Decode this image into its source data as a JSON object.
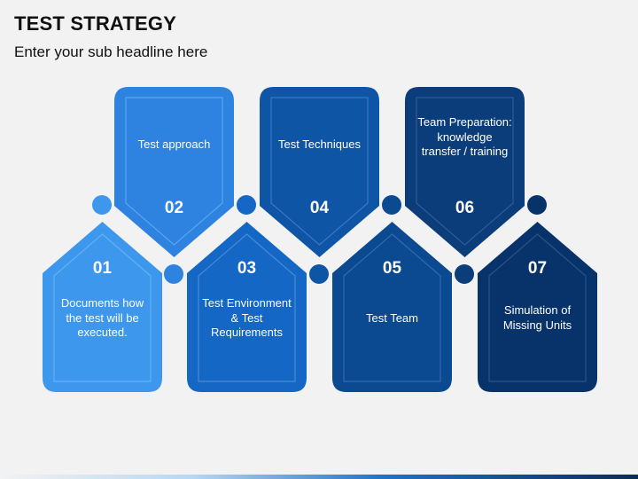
{
  "header": {
    "title": "TEST STRATEGY",
    "subtitle": "Enter your sub headline here"
  },
  "steps": [
    {
      "number": "01",
      "text": "Documents how the test will be executed.",
      "color": "#3d97ec",
      "border": "#63b1f5",
      "dot": "#3d97ec"
    },
    {
      "number": "02",
      "text": "Test approach",
      "color": "#2e82e0",
      "border": "#5aa6ef",
      "dot": "#2e82e0"
    },
    {
      "number": "03",
      "text": "Test Environment & Test Requirements",
      "color": "#1467c4",
      "border": "#4a8ad6",
      "dot": "#1467c4"
    },
    {
      "number": "04",
      "text": "Test Techniques",
      "color": "#0f55a6",
      "border": "#3b78c4",
      "dot": "#0f55a6"
    },
    {
      "number": "05",
      "text": "Test Team",
      "color": "#0b4a90",
      "border": "#3469ae",
      "dot": "#0b4a90"
    },
    {
      "number": "06",
      "text": "Team Preparation: knowledge transfer / training",
      "color": "#0a3d7a",
      "border": "#2f5d97",
      "dot": "#0a3d7a"
    },
    {
      "number": "07",
      "text": "Simulation of Missing Units",
      "color": "#08336a",
      "border": "#2b5486",
      "dot": "#08336a"
    }
  ]
}
